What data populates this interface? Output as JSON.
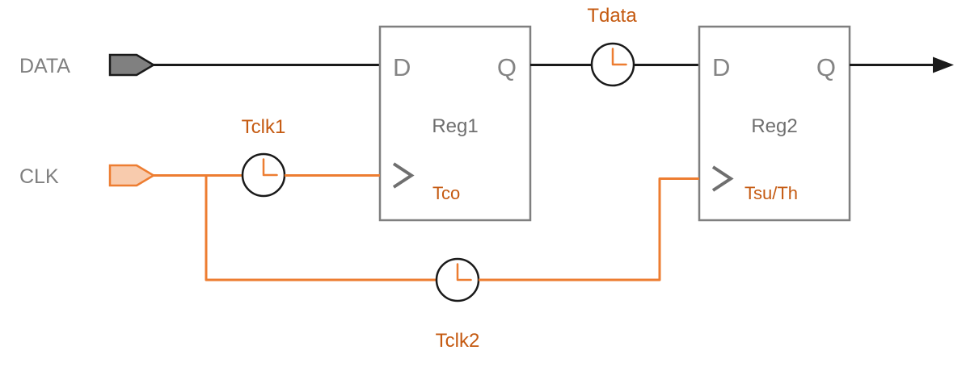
{
  "diagram": {
    "signal_inputs": {
      "data": "DATA",
      "clk": "CLK"
    },
    "reg1": {
      "name": "Reg1",
      "d": "D",
      "q": "Q",
      "timing": "Tco"
    },
    "reg2": {
      "name": "Reg2",
      "d": "D",
      "q": "Q",
      "timing": "Tsu/Th"
    },
    "delay_labels": {
      "tdata": "Tdata",
      "tclk1": "Tclk1",
      "tclk2": "Tclk2"
    },
    "colors": {
      "wire_black": "#1a1a1a",
      "wire_orange": "#ed7d31",
      "label_orange": "#c55a11",
      "label_gray": "#7f7f7f",
      "clk_pin_fill": "#f8cbad",
      "data_pin_fill": "#808080"
    }
  }
}
